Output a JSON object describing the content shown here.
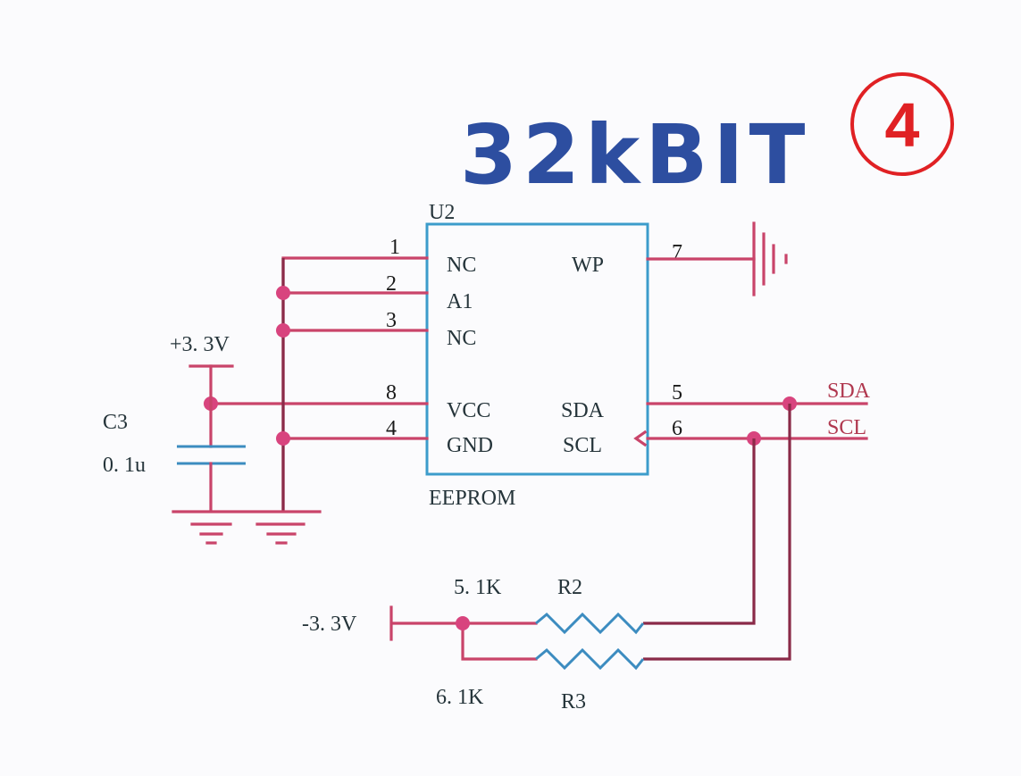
{
  "title": "32kBIT",
  "badge": "4",
  "chip": {
    "ref": "U2",
    "type": "EEPROM",
    "left_pins": [
      {
        "num": "1",
        "name": "NC"
      },
      {
        "num": "2",
        "name": "A1"
      },
      {
        "num": "3",
        "name": "NC"
      },
      {
        "num": "8",
        "name": "VCC"
      },
      {
        "num": "4",
        "name": "GND"
      }
    ],
    "right_pins": [
      {
        "num": "7",
        "name": "WP"
      },
      {
        "num": "5",
        "name": "SDA"
      },
      {
        "num": "6",
        "name": "SCL"
      }
    ]
  },
  "capacitor": {
    "ref": "C3",
    "value": "0. 1u"
  },
  "supply_top": "+3. 3V",
  "supply_bottom": "-3. 3V",
  "nets": {
    "sda": "SDA",
    "scl": "SCL"
  },
  "resistors": [
    {
      "ref": "R2",
      "value": "5. 1K"
    },
    {
      "ref": "R3",
      "value": "6. 1K"
    }
  ],
  "colors": {
    "wire": "#c9446a",
    "chip": "#3c9ccb",
    "title": "#2d4ea0",
    "badge": "#e02124"
  }
}
